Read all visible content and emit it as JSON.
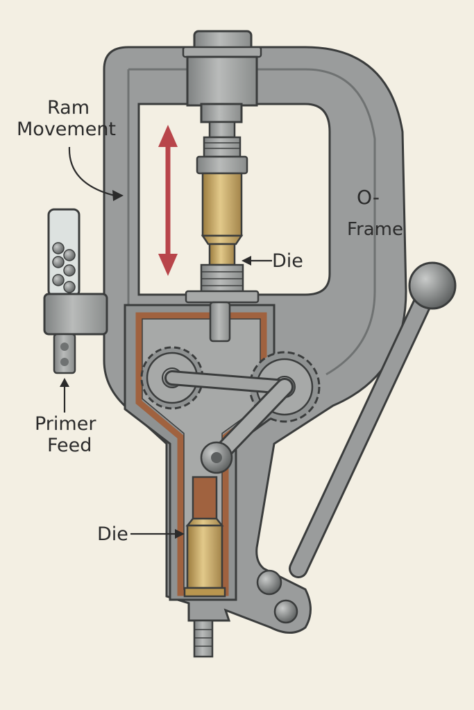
{
  "labels": {
    "ram_movement_line1": "Ram",
    "ram_movement_line2": "Movement",
    "frame_line1": "O-",
    "frame_line2": "Frame",
    "die_upper": "Die",
    "die_lower": "Die",
    "primer_feed_line1": "Primer",
    "primer_feed_line2": "Feed"
  },
  "colors": {
    "background": "#f3efe3",
    "frame": "#9a9c9c",
    "frame_dark": "#6f7272",
    "brass": "#c8a866",
    "copper": "#a0623f",
    "arrow_red": "#b8454a",
    "ink": "#2b2b2b"
  }
}
